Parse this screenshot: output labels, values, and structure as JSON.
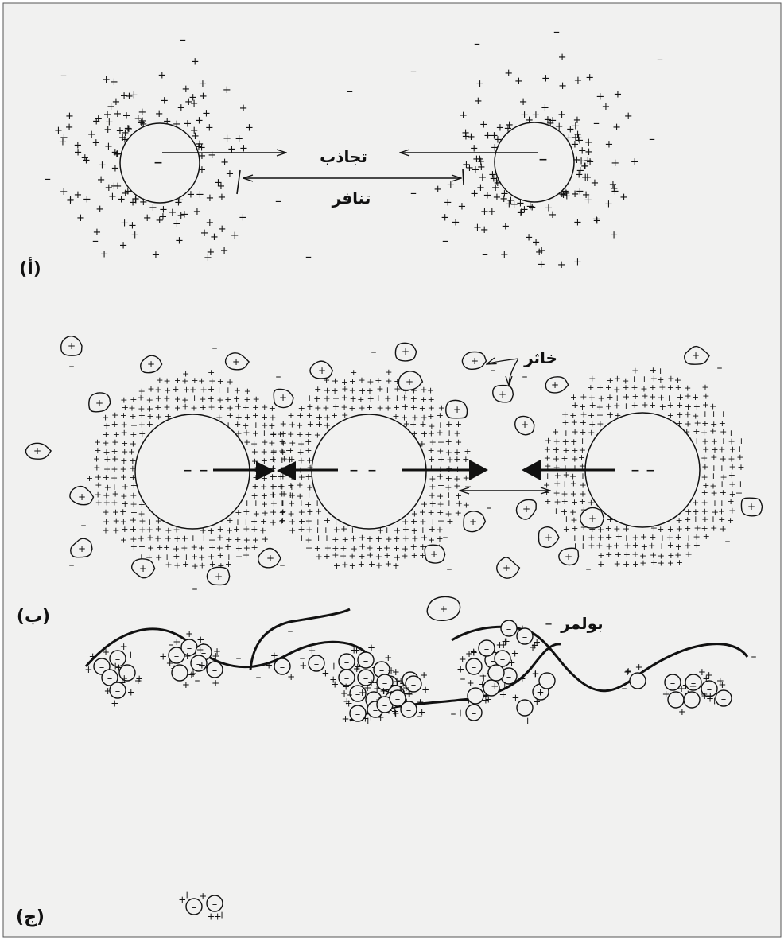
{
  "panels": {
    "a": {
      "label": "(أ)",
      "attraction_label": "تجاذب",
      "repulsion_label": "تنافر",
      "particle_charge": "–"
    },
    "b": {
      "label": "(ب)",
      "flocculant_label": "خاثر",
      "particle_charge": "–",
      "ion_charge": "+"
    },
    "c": {
      "label": "(ج)",
      "polymer_label": "بولمر",
      "particle_charge": "–"
    }
  }
}
